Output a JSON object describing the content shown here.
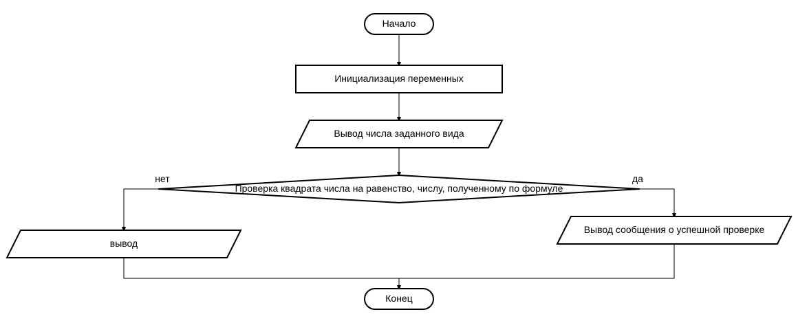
{
  "diagram": {
    "nodes": {
      "start": "Начало",
      "init": "Инициализация переменных",
      "output_number": "Вывод числа заданного вида",
      "condition": "Проверка квадрата числа на равенство, числу,  полученному по формуле",
      "output_no": "вывод",
      "output_yes": "Вывод сообщения о успешной проверке",
      "end": "Конец"
    },
    "edge_labels": {
      "no": "нет",
      "yes": "да"
    }
  }
}
